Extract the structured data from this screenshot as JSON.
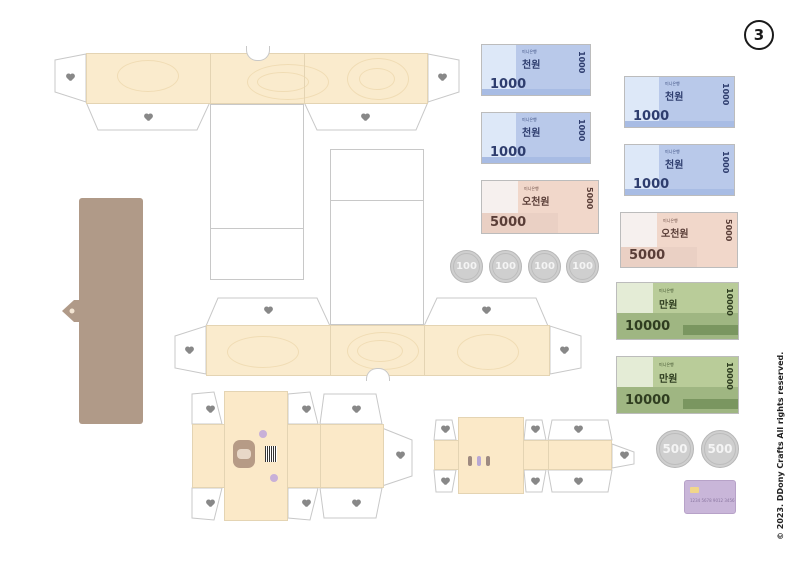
{
  "page": {
    "number": "3",
    "copyright": "© 2023. DDony Crafts All rights reserved."
  },
  "colors": {
    "wood": "#faebcd",
    "brown": "#b09a88",
    "bill_1000": "#b9c9ea",
    "bill_5000": "#f1d7ca",
    "bill_10000": "#b9cc99",
    "coin": "#cfcfcf",
    "card": "#c9b6d9"
  },
  "bills": [
    {
      "title": "천원",
      "small": "미니은행",
      "value": "1000",
      "side": "1000"
    },
    {
      "title": "천원",
      "small": "미니은행",
      "value": "1000",
      "side": "1000"
    },
    {
      "title": "오천원",
      "small": "미니은행",
      "value": "5000",
      "side": "5000"
    },
    {
      "title": "천원",
      "small": "미니은행",
      "value": "1000",
      "side": "1000"
    },
    {
      "title": "천원",
      "small": "미니은행",
      "value": "1000",
      "side": "1000"
    },
    {
      "title": "오천원",
      "small": "미니은행",
      "value": "5000",
      "side": "5000"
    },
    {
      "title": "만원",
      "small": "미니은행",
      "value": "10000",
      "side": "10000"
    },
    {
      "title": "만원",
      "small": "미니은행",
      "value": "10000",
      "side": "10000"
    }
  ],
  "coins": [
    {
      "value": "100"
    },
    {
      "value": "100"
    },
    {
      "value": "100"
    },
    {
      "value": "100"
    },
    {
      "value": "500"
    },
    {
      "value": "500"
    }
  ],
  "card": {
    "number": "1234 5678 9012 3456"
  },
  "icons": [
    "heart-icon",
    "bear-face-icon",
    "barcode-icon",
    "page-number-circle"
  ]
}
